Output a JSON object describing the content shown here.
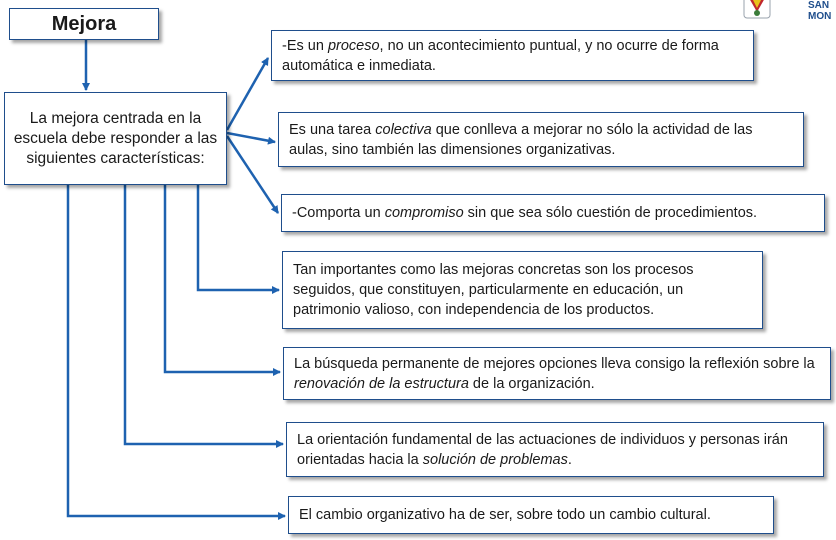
{
  "title": "Mejora",
  "central_text": "La mejora centrada en la escuela debe responder a las siguientes características:",
  "logo": {
    "line1": "SAN",
    "line2": "MON",
    "colors": {
      "blue": "#1f4e8c",
      "red": "#c0272d",
      "yellow": "#e8c21a",
      "green": "#3a7d3a"
    }
  },
  "colors": {
    "border": "#1f4e8c",
    "arrow": "#1e62b0"
  },
  "items": [
    [
      {
        "t": "-Es un "
      },
      {
        "t": "proceso",
        "i": true
      },
      {
        "t": ", no un acontecimiento puntual, y no ocurre de forma automática e inmediata."
      }
    ],
    [
      {
        "t": "Es una tarea "
      },
      {
        "t": "colectiva",
        "i": true
      },
      {
        "t": " que conlleva a mejorar no sólo la actividad de las aulas, sino también las dimensiones organizativas."
      }
    ],
    [
      {
        "t": "-Comporta un "
      },
      {
        "t": "compromiso",
        "i": true
      },
      {
        "t": " sin que sea sólo cuestión de procedimientos."
      }
    ],
    [
      {
        "t": "Tan importantes como las mejoras concretas son los procesos seguidos, que constituyen, particularmente en educación, un patrimonio valioso, con independencia de los productos."
      }
    ],
    [
      {
        "t": "La búsqueda permanente de mejores opciones lleva consigo la reflexión sobre la "
      },
      {
        "t": "renovación de la estructura",
        "i": true
      },
      {
        "t": " de la organización."
      }
    ],
    [
      {
        "t": "La orientación fundamental de las actuaciones de individuos y personas irán orientadas hacia la "
      },
      {
        "t": "solución de problemas",
        "i": true
      },
      {
        "t": "."
      }
    ],
    [
      {
        "t": "El cambio organizativo ha de ser, sobre todo un cambio cultural."
      }
    ]
  ]
}
